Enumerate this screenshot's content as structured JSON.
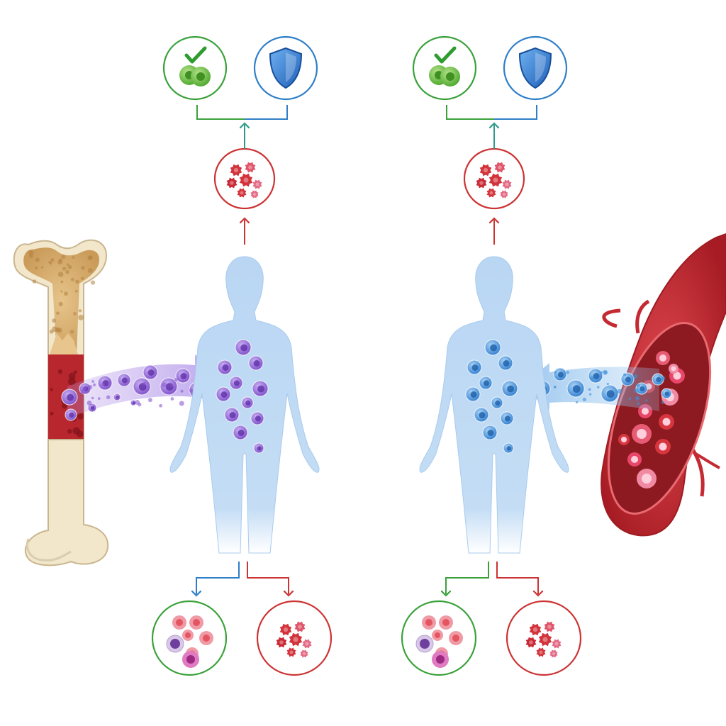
{
  "colors": {
    "background": "#ffffff",
    "bone_shell": "#efe2c4",
    "bone_spongy": "#d6b078",
    "marrow": "#b8262e",
    "body_fill": "#bcd8f3",
    "purple_cell": "#8b5bd0",
    "blue_cell": "#3d8fd8",
    "red_cell": "#d3343c",
    "pink_cell": "#e46b86",
    "vessel": "#c42a32",
    "ring_green": "#3aa13a",
    "ring_blue": "#2f7fc8",
    "ring_red": "#cc3333",
    "check_green": "#2e9c2e",
    "shield_blue": "#2a6fc9"
  },
  "panels": [
    {
      "name": "bone-marrow-transplant",
      "source": "bone",
      "cell_type": "purple",
      "top_badges": [
        {
          "icon": "check-cells-icon",
          "ring": "green"
        },
        {
          "icon": "shield-icon",
          "ring": "blue"
        }
      ],
      "middle_badge": {
        "icon": "red-blood-cells-icon",
        "ring": "red"
      },
      "bottom_badges": [
        {
          "icon": "mixed-blood-cells-icon",
          "ring": "green"
        },
        {
          "icon": "red-blood-cells-icon",
          "ring": "red"
        }
      ]
    },
    {
      "name": "peripheral-blood-transplant",
      "source": "blood-vessel",
      "cell_type": "blue",
      "top_badges": [
        {
          "icon": "check-cells-icon",
          "ring": "green"
        },
        {
          "icon": "shield-icon",
          "ring": "blue"
        }
      ],
      "middle_badge": {
        "icon": "red-blood-cells-icon",
        "ring": "red"
      },
      "bottom_badges": [
        {
          "icon": "mixed-blood-cells-icon",
          "ring": "green"
        },
        {
          "icon": "red-blood-cells-icon",
          "ring": "red"
        }
      ]
    }
  ]
}
